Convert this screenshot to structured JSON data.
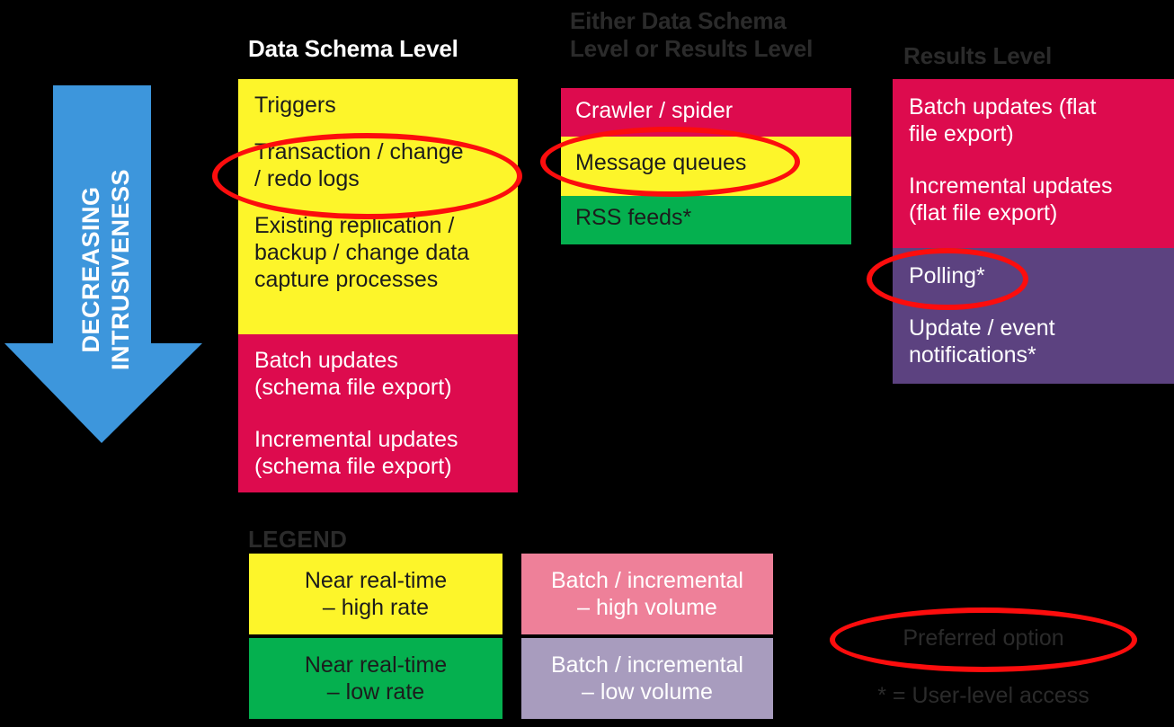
{
  "arrow": {
    "label": "DECREASING\nINTRUSIVENESS",
    "color": "#3d96dc"
  },
  "columns": [
    {
      "heading": "Data Schema Level",
      "heading_color": "#ffffff",
      "blocks": [
        {
          "swatch": "yellow",
          "color": "#fdf52a",
          "items": [
            "Triggers",
            "Transaction / change\n/ redo logs",
            "Existing replication /\nbackup / change data\ncapture processes"
          ]
        },
        {
          "swatch": "crimson",
          "color": "#dd0b4e",
          "items": [
            "Batch updates\n(schema file export)",
            "Incremental updates\n(schema file export)"
          ]
        }
      ]
    },
    {
      "heading": "Either Data Schema\nLevel or Results Level",
      "heading_color": "#2b2b2b",
      "blocks": [
        {
          "swatch": "crimson",
          "color": "#dd0b4e",
          "items": [
            "Crawler / spider"
          ]
        },
        {
          "swatch": "yellow",
          "color": "#fdf52a",
          "items": [
            "Message queues"
          ]
        },
        {
          "swatch": "green",
          "color": "#05b04f",
          "items": [
            "RSS feeds*"
          ]
        }
      ]
    },
    {
      "heading": "Results Level",
      "heading_color": "#2b2b2b",
      "blocks": [
        {
          "swatch": "crimson",
          "color": "#dd0b4e",
          "items": [
            "Batch updates (flat\nfile export)",
            "Incremental updates\n(flat file export)"
          ]
        },
        {
          "swatch": "purple",
          "color": "#5c4280",
          "items": [
            "Polling*",
            "Update / event\nnotifications*"
          ]
        }
      ]
    }
  ],
  "legend": {
    "title": "LEGEND",
    "entries": [
      {
        "label": "Near real-time\n– high rate",
        "color": "#fdf52a",
        "text_color": "#1c1c1c"
      },
      {
        "label": "Batch / incremental\n– high volume",
        "color": "#ee8099",
        "text_color": "#ffffff"
      },
      {
        "label": "Near real-time\n– low rate",
        "color": "#05b04f",
        "text_color": "#1c1c1c"
      },
      {
        "label": "Batch / incremental\n– low volume",
        "color": "#a89cbe",
        "text_color": "#ffffff"
      }
    ]
  },
  "annotations": {
    "preferred_option": "Preferred option",
    "user_level_access": "* = User-level access",
    "highlight_color": "#fc0d0d"
  }
}
